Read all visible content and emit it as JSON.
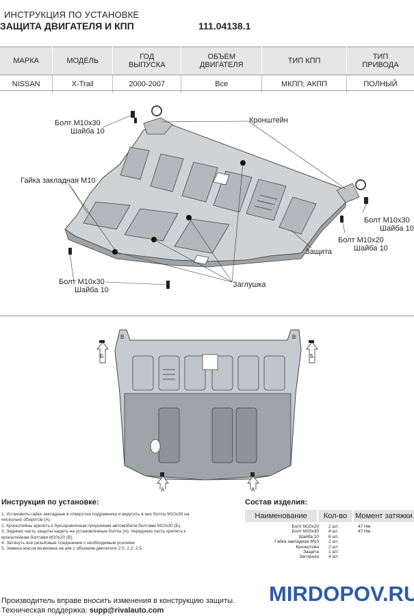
{
  "header": {
    "title_line1": "ИНСТРУКЦИЯ ПО УСТАНОВКЕ",
    "title_line2": "ЗАЩИТА ДВИГАТЕЛЯ И КПП",
    "article": "111.04138.1"
  },
  "spec_table": {
    "headers": [
      [
        "МАРКА",
        ""
      ],
      [
        "МОДЕЛЬ",
        ""
      ],
      [
        "ГОД",
        "ВЫПУСКА"
      ],
      [
        "ОБЪЕМ",
        "ДВИГАТЕЛЯ"
      ],
      [
        "ТИП КПП",
        ""
      ],
      [
        "ТИП",
        "ПРИВОДА"
      ]
    ],
    "row": [
      "NISSAN",
      "X-Trail",
      "2000-2007",
      "Все",
      "МКПП; АКПП",
      "ПОЛНЫЙ"
    ]
  },
  "diagram_labels": {
    "bolt_left_top_1": "Болт М10х30",
    "bolt_left_top_2": "Шайба 10",
    "bracket": "Кронштейн",
    "nut": "Гайка закладная М10",
    "bolt_right_1": "Болт М10х30",
    "bolt_right_2": "Шайба 10",
    "bolt_m20_1": "Болт М10х20",
    "bolt_m20_2": "Шайба 10",
    "shield": "Защита",
    "bolt_bottom_1": "Болт М10х30",
    "bolt_bottom_2": "Шайба 10",
    "plug": "Заглушка"
  },
  "view_labels": {
    "a": "А",
    "b": "Б",
    "v": "В"
  },
  "instructions": {
    "title": "Инструкция по установке:",
    "steps": [
      "1. Установить гайки закладные в отверстия подрамника и вкрутить в них болты М10х30 на",
      "несколько оборотов (А).",
      "2. Кронштейны крепить к буксировочным проушинам автомобиля болтами М10х30 (Б).",
      "3. Заднюю часть защиты надеть на установленные болты (А), переднюю часть крепить к",
      "кронштейнам болтами М10х20 (В).",
      "4. Затянуть все резьбовые соединения с необходимым усилием.",
      "5. Замена масла возможна на а/м с объемом двигателя 2.0; 2.2; 2.5."
    ]
  },
  "composition": {
    "title": "Состав изделия:",
    "headers": [
      "Наименование",
      "Кол-во",
      "Момент затяжки"
    ],
    "rows": [
      {
        "name": "Болт М10х20",
        "qty": "2 шт.",
        "torque": "47 Нм"
      },
      {
        "name": "Болт М10х30",
        "qty": "4 шт.",
        "torque": "47 Нм"
      },
      {
        "name": "Шайба 10",
        "qty": "6 шт.",
        "torque": ""
      },
      {
        "name": "Гайка закладная М10",
        "qty": "2 шт.",
        "torque": ""
      },
      {
        "name": "Кронштейн",
        "qty": "2 шт.",
        "torque": ""
      },
      {
        "name": "Защита",
        "qty": "1 шт.",
        "torque": ""
      },
      {
        "name": "Заглушка",
        "qty": "4 шт.",
        "torque": ""
      }
    ]
  },
  "footer": {
    "line1": "Производитель вправе вносить изменения в конструкцию защиты.",
    "line2_prefix": "Техническая поддержка: ",
    "email": "supp@rivalauto.com"
  },
  "watermark": "MIRDOPOV.RU"
}
